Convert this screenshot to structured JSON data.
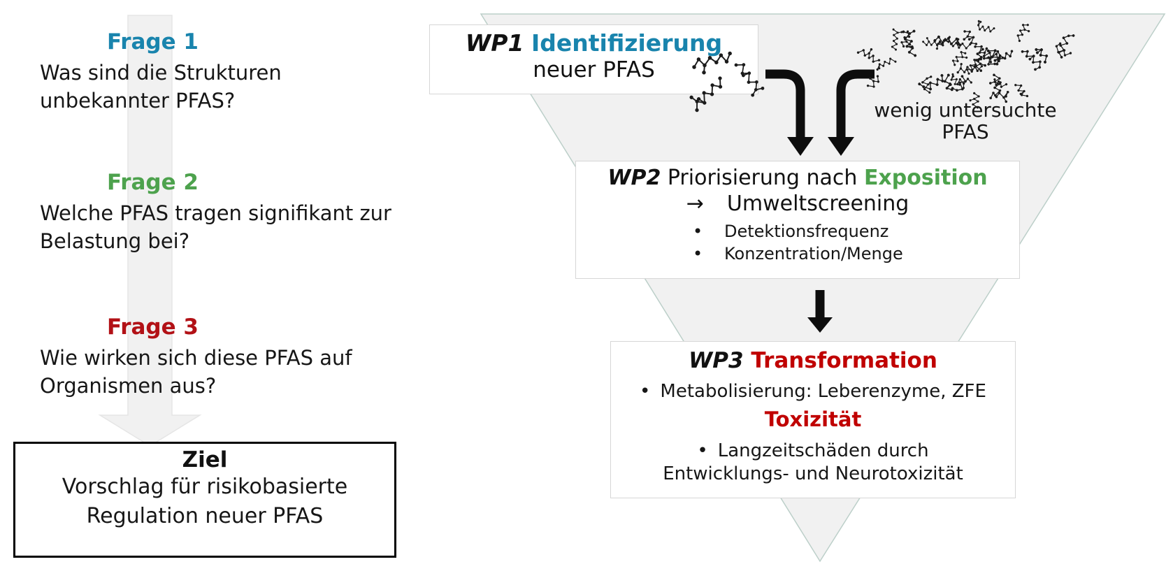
{
  "colors": {
    "question1_accent": "#1984ad",
    "question2_accent": "#4da24d",
    "question3_accent": "#b21116",
    "wp_red": "#c00000",
    "funnel_fill": "#f1f1f1",
    "funnel_stroke": "#bccfc9",
    "gray_arrow_fill": "#f1f1f1",
    "gray_arrow_stroke": "#e5e5e5",
    "black_arrow": "#0d0d0d",
    "box_border": "#d6d6d6"
  },
  "misc": {
    "bullet": "•"
  },
  "questions": [
    {
      "label": "Frage 1",
      "line1": "Was sind die Strukturen",
      "line2": "unbekannter PFAS?"
    },
    {
      "label": "Frage 2",
      "line1": "Welche PFAS tragen signifikant zur",
      "line2": "Belastung bei?"
    },
    {
      "label": "Frage 3",
      "line1": "Wie wirken sich diese PFAS auf",
      "line2": "Organismen aus?"
    }
  ],
  "goal": {
    "title": "Ziel",
    "line1": "Vorschlag für risikobasierte",
    "line2": "Regulation neuer PFAS"
  },
  "wp1": {
    "tag": "WP1",
    "title": "Identifizierung",
    "subtitle": "neuer PFAS",
    "icon": "molecule-icon"
  },
  "annotation": {
    "line1": "wenig untersuchte",
    "line2": "PFAS",
    "icon": "molecule-cluster-icon"
  },
  "wp2": {
    "tag": "WP2",
    "title_plain": " Priorisierung nach ",
    "title_highlight": "Exposition",
    "arrow_prefix": "→",
    "arrow_text": "Umweltscreening",
    "bullets": [
      "Detektionsfrequenz",
      "Konzentration/Menge"
    ]
  },
  "wp3": {
    "tag": "WP3",
    "title": " Transformation",
    "bullet1": "Metabolisierung: Leberenzyme, ZFE",
    "subtitle": "Toxizität",
    "bullet2_line1": "Langzeitschäden durch",
    "bullet2_line2": "Entwicklungs- und Neurotoxizität"
  }
}
